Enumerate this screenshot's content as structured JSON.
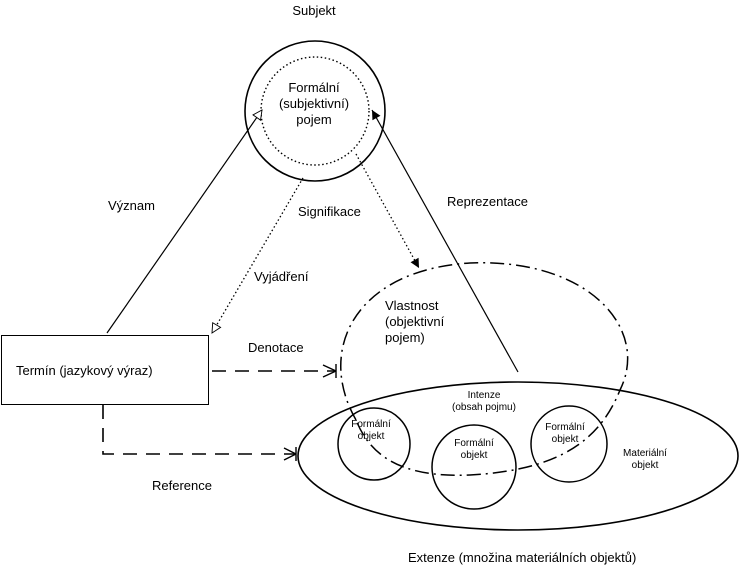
{
  "labels": {
    "subjekt": "Subjekt",
    "formalni_pojem_1": "Formální",
    "formalni_pojem_2": "(subjektivní)",
    "formalni_pojem_3": "pojem",
    "vyznam": "Význam",
    "signifikace": "Signifikace",
    "reprezentace": "Reprezentace",
    "vyjadreni": "Vyjádření",
    "vlastnost_1": "Vlastnost",
    "vlastnost_2": "(objektivní",
    "vlastnost_3": "pojem)",
    "termin": "Termín (jazykový výraz)",
    "denotace": "Denotace",
    "intenze_1": "Intenze",
    "intenze_2": "(obsah pojmu)",
    "formalni_objekt_a1": "Formální",
    "formalni_objekt_a2": "objekt",
    "formalni_objekt_b1": "Formální",
    "formalni_objekt_b2": "objekt",
    "formalni_objekt_c1": "Formální",
    "formalni_objekt_c2": "objekt",
    "materialni_objekt_1": "Materiální",
    "materialni_objekt_2": "objekt",
    "reference": "Reference",
    "extenze": "Extenze (množina materiálních objektů)"
  }
}
